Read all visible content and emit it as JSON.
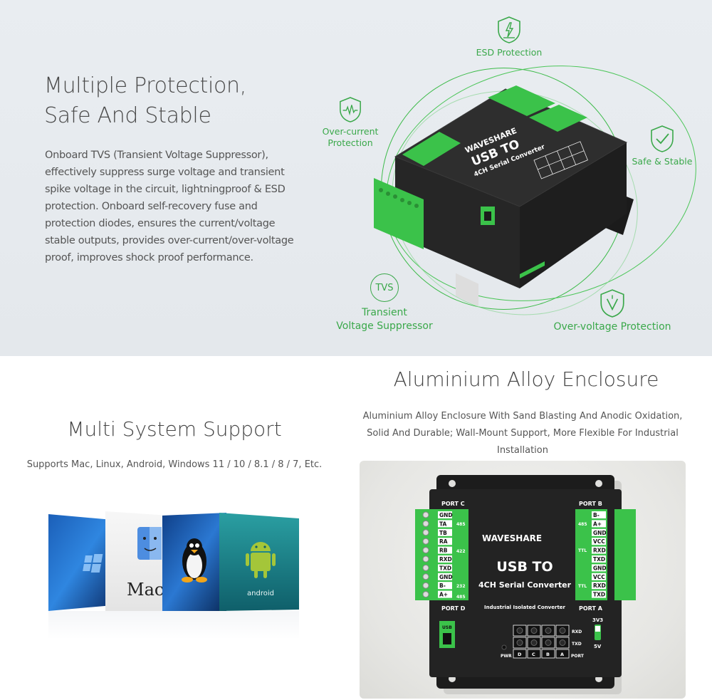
{
  "protection": {
    "title_line1": "Multiple Protection,",
    "title_line2": "Safe And Stable",
    "body": "Onboard TVS (Transient Voltage Suppressor), effectively suppress surge voltage and transient spike voltage in the circuit, lightningproof & ESD protection. Onboard self-recovery fuse and protection diodes, ensures the current/voltage stable outputs, provides over-current/over-voltage proof, improves shock proof performance.",
    "badges": {
      "esd": "ESD Protection",
      "overcurrent_line1": "Over-current",
      "overcurrent_line2": "Protection",
      "safe": "Safe & Stable",
      "tvs_icon": "TVS",
      "tvs_line1": "Transient",
      "tvs_line2": "Voltage Suppressor",
      "overvoltage": "Over-voltage Protection"
    },
    "accent_color": "#3aa84a"
  },
  "device": {
    "brand": "WAVESHARE",
    "title": "USB TO",
    "subtitle": "4CH Serial Converter",
    "tagline": "Industrial Isolated Converter",
    "port_a": "PORT A",
    "port_b": "PORT B",
    "port_c": "PORT C",
    "port_d": "PORT D",
    "pwr": "PWR",
    "usb": "USB",
    "v33": "3V3",
    "v5": "5V",
    "rxd": "RXD",
    "txd": "TXD",
    "port": "PORT",
    "led_cols": [
      "D",
      "C",
      "B",
      "A"
    ],
    "left_pins": [
      "GND",
      "TA",
      "TB",
      "RA",
      "RB",
      "RXD",
      "TXD",
      "GND",
      "B-",
      "A+"
    ],
    "left_tags": [
      "485",
      "422",
      "232",
      "485"
    ],
    "right_pins_top": [
      "B-",
      "A+",
      "GND",
      "VCC",
      "RXD",
      "TXD"
    ],
    "right_pins_bottom": [
      "GND",
      "VCC",
      "RXD",
      "TXD"
    ],
    "right_tags": [
      "485",
      "TTL",
      "TTL"
    ]
  },
  "multisystem": {
    "title": "Multi System Support",
    "subtitle": "Supports Mac, Linux, Android, Windows 11 / 10 / 8.1 / 8 / 7, Etc.",
    "tiles": [
      "Windows",
      "MacOS",
      "Linux",
      "android"
    ]
  },
  "aluminium": {
    "title": "Aluminium Alloy Enclosure",
    "body_line1": "Aluminium Alloy Enclosure With Sand Blasting And Anodic Oxidation,",
    "body_line2": "Solid And Durable; Wall-Mount Support, More Flexible For Industrial",
    "body_line3": "Installation"
  }
}
